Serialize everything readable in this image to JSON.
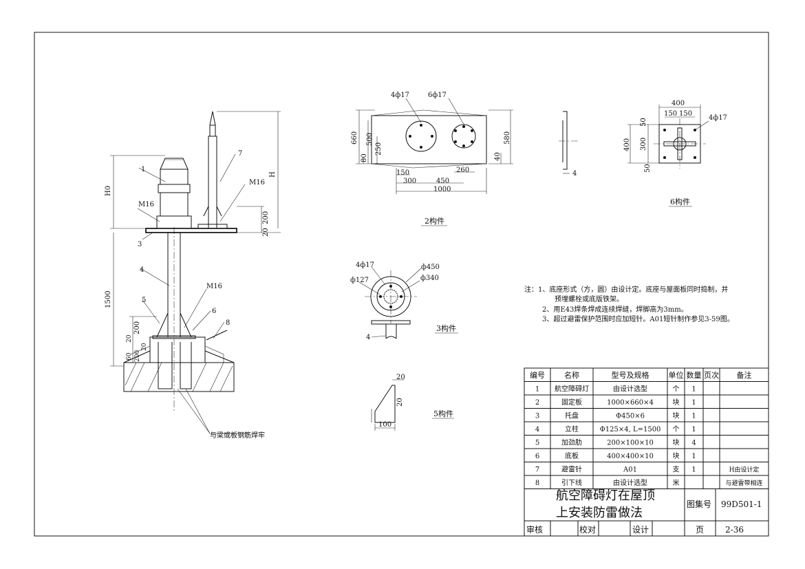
{
  "labels": {
    "elevation": {
      "parts": [
        "1",
        "7",
        "3",
        "4",
        "5",
        "6",
        "8"
      ],
      "bolts": "M16",
      "dims": {
        "h0": "H0",
        "h": "H",
        "d200a": "200",
        "d20a": "20",
        "d1500": "1500",
        "d200b": "200",
        "d20b": "20",
        "d200c": "200",
        "d60": "60",
        "d20c": "20"
      },
      "weld_note": "与梁或板钢筋焊牢"
    },
    "part2": {
      "holes_small": "4ф17",
      "holes_big": "6ф17",
      "dims": {
        "d660": "660",
        "d500": "500",
        "d250": "250",
        "d80": "80",
        "d580": "580",
        "d40": "40",
        "d150": "150",
        "d300": "300",
        "d450": "450",
        "d260": "260",
        "d1000": "1000"
      },
      "title": "2构件"
    },
    "part_side": {
      "d4": "4"
    },
    "part6": {
      "dims": {
        "d400top": "400",
        "d150a": "150",
        "d150b": "150",
        "d400left": "400",
        "d50a": "50",
        "d300": "300",
        "d50b": "50"
      },
      "holes": "4ф17",
      "title": "6构件"
    },
    "part3": {
      "holes": "4ф17",
      "d450": "ф450",
      "d127": "ф127",
      "d340": "ф340",
      "member": "4",
      "title": "3构件"
    },
    "part5": {
      "d20a": "20",
      "d20b": "20",
      "d100": "100",
      "title": "5构件"
    }
  },
  "notes": [
    "注：1、底座形式（方，圆）由设计定。底座与屋面板同时捣制，并",
    "预埋螺栓或底版铁架。",
    "2、用E43焊条焊成连续焊缝，焊脚高为3mm。",
    "3、超过避雷保护范围时应加短针。A01短针制作参见3-59图。"
  ],
  "table": {
    "headers": [
      "编号",
      "名称",
      "型号及规格",
      "单位",
      "数量",
      "页次",
      "备注"
    ],
    "rows": [
      [
        "1",
        "航空障碍灯",
        "由设计选型",
        "个",
        "1",
        "",
        ""
      ],
      [
        "2",
        "固定板",
        "1000×660×4",
        "块",
        "1",
        "",
        ""
      ],
      [
        "3",
        "托盘",
        "Φ450×6",
        "块",
        "1",
        "",
        ""
      ],
      [
        "4",
        "立柱",
        "Φ125×4, L=1500",
        "个",
        "1",
        "",
        ""
      ],
      [
        "5",
        "加劲肋",
        "200×100×10",
        "块",
        "4",
        "",
        ""
      ],
      [
        "6",
        "底板",
        "400×400×10",
        "块",
        "1",
        "",
        ""
      ],
      [
        "7",
        "避雷针",
        "A01",
        "支",
        "1",
        "",
        "H由设计定"
      ],
      [
        "8",
        "引下线",
        "由设计选型",
        "米",
        "",
        "",
        "与避雷带相连"
      ]
    ],
    "title_line1": "航空障碍灯在屋顶",
    "title_line2": "上安装防雷做法",
    "atlas_label": "图集号",
    "atlas_no": "99D501-1",
    "review": "审核",
    "check": "校对",
    "design": "设计",
    "page_label": "页",
    "page_no": "2-36"
  }
}
